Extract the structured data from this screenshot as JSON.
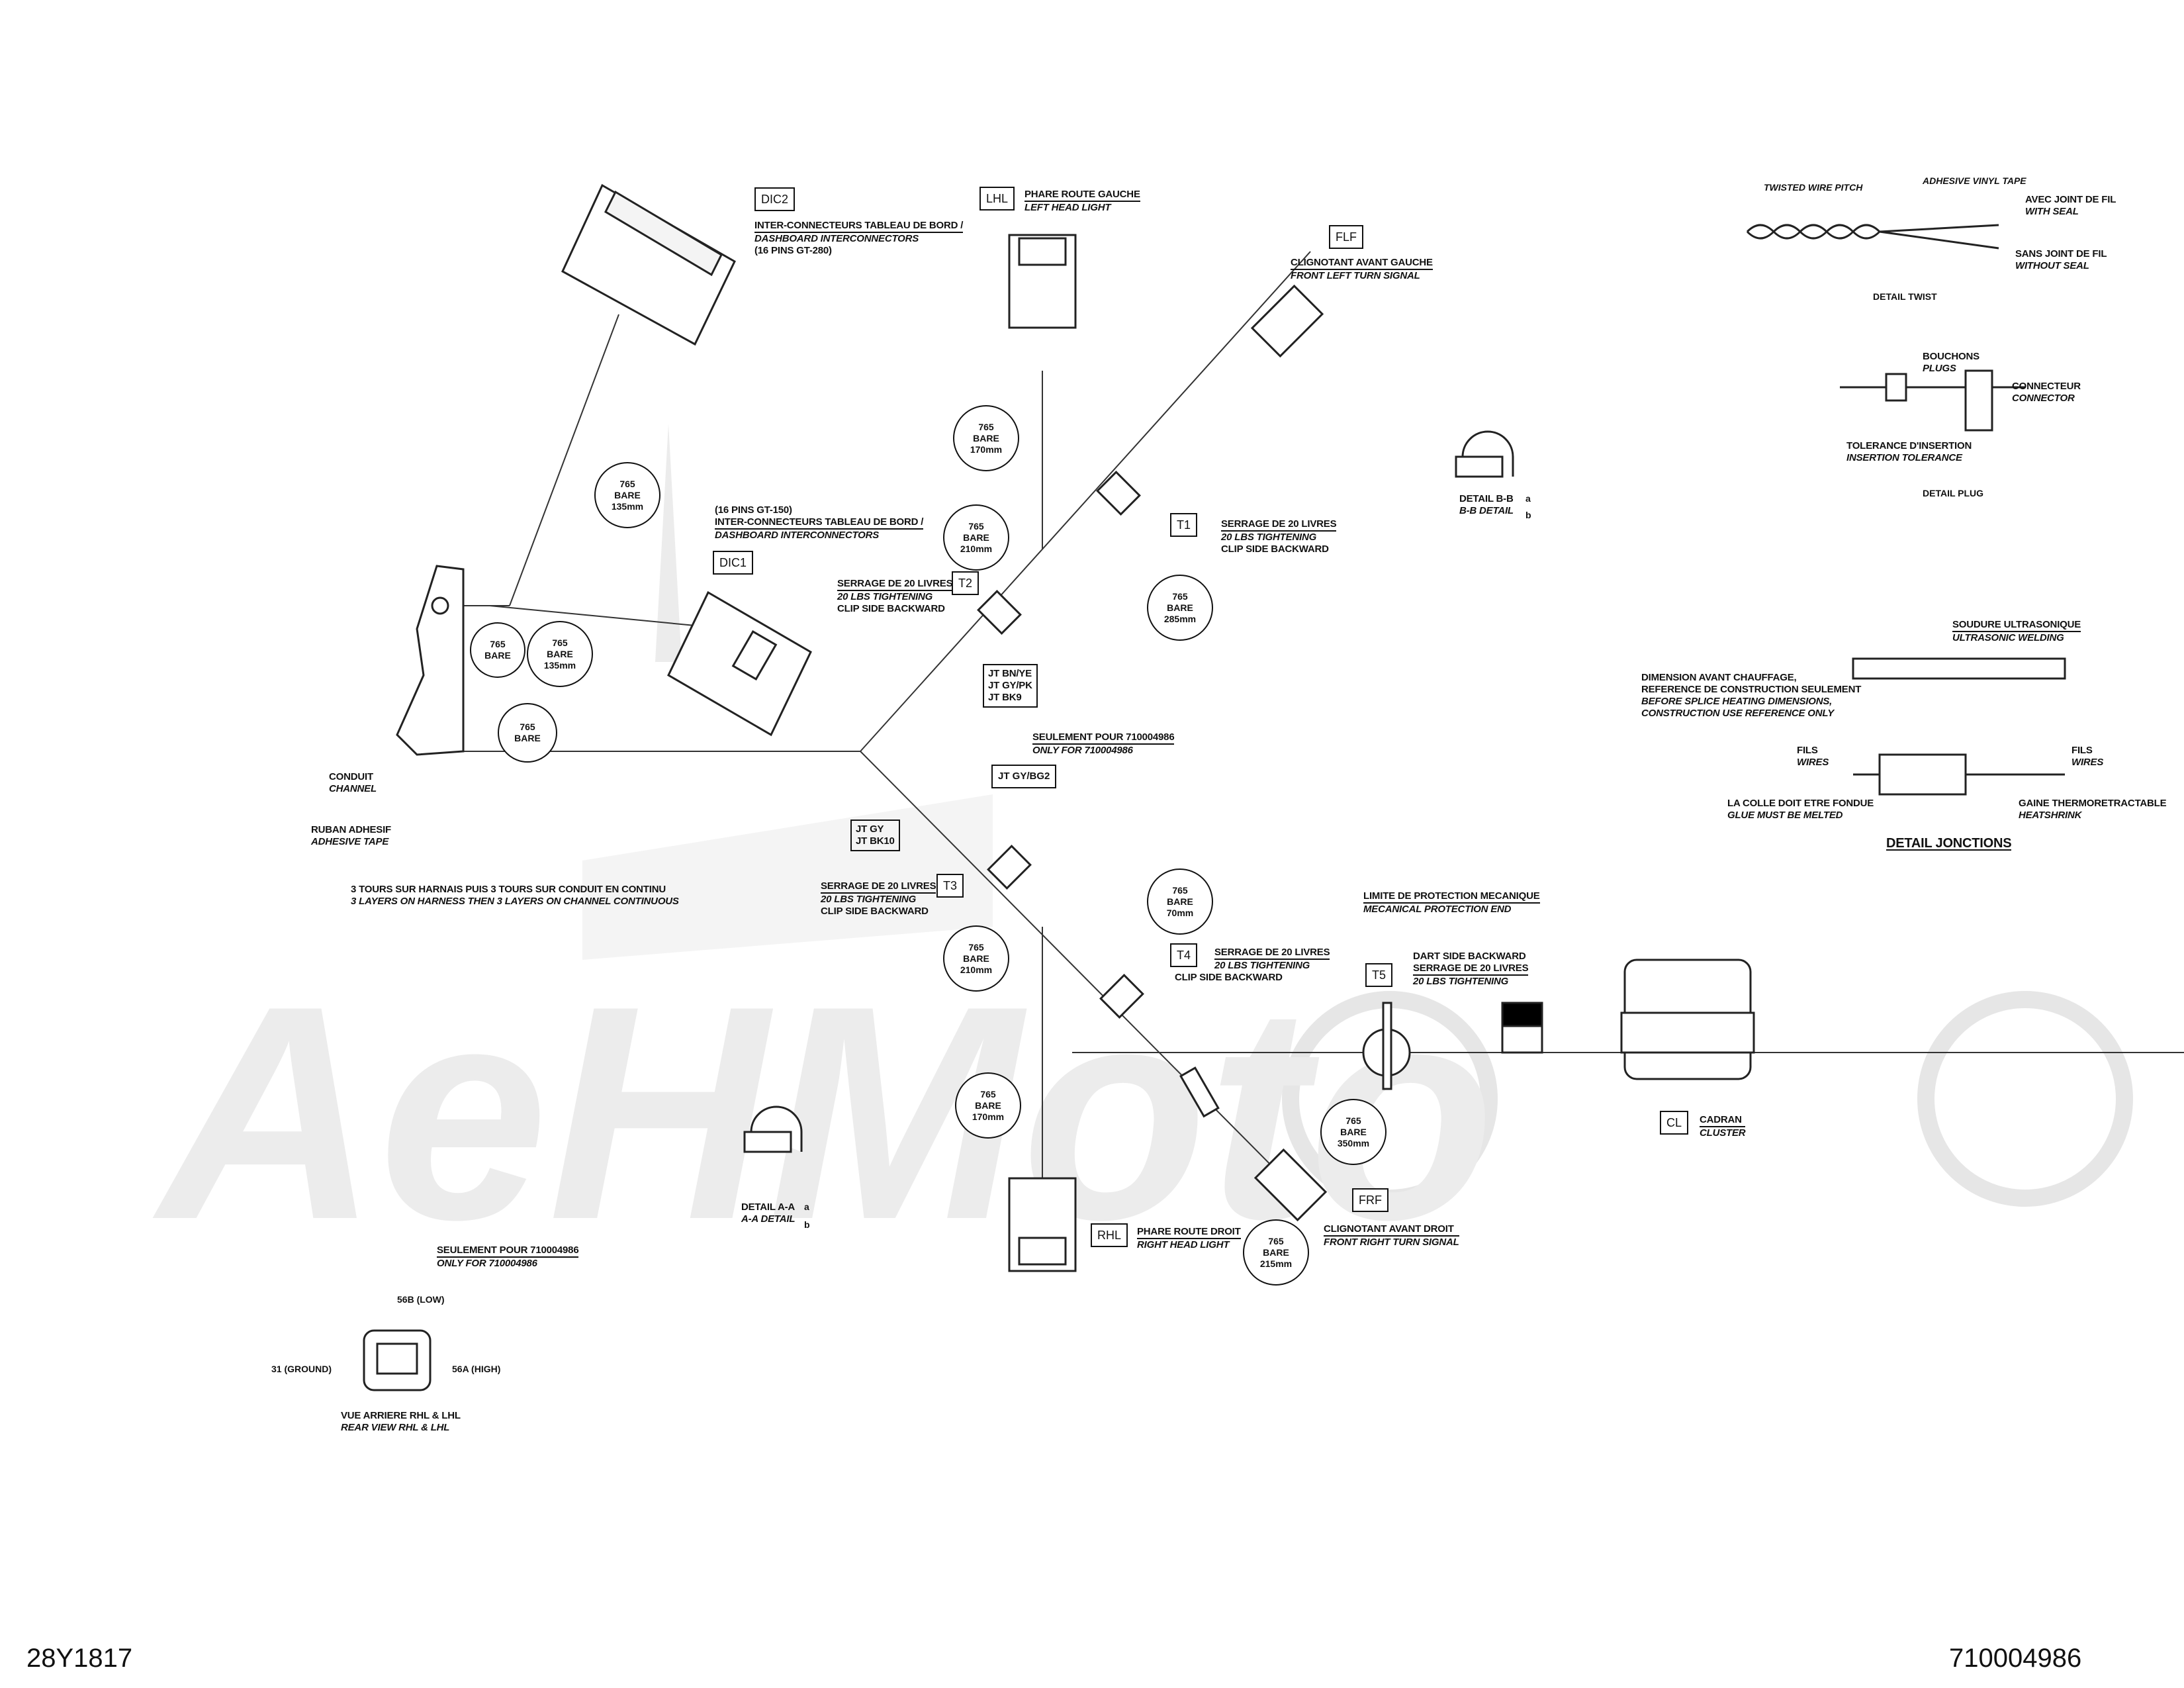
{
  "drawing": {
    "number_left": "28Y1817",
    "number_right": "710004986"
  },
  "watermark": {
    "text": "AeHMoto"
  },
  "tags": {
    "dic2": "DIC2",
    "dic1": "DIC1",
    "lhl": "LHL",
    "flf": "FLF",
    "t1": "T1",
    "t2": "T2",
    "t3": "T3",
    "t4": "T4",
    "t5": "T5",
    "rhl": "RHL",
    "frf": "FRF",
    "cl": "CL",
    "jt_gy_bg2": "JT GY/BG2"
  },
  "bubbles": {
    "b1": [
      "765",
      "BARE",
      "135mm"
    ],
    "b2": [
      "765",
      "BARE"
    ],
    "b3": [
      "765",
      "BARE",
      "135mm"
    ],
    "b4": [
      "765",
      "BARE"
    ],
    "b5": [
      "765",
      "BARE",
      "170mm"
    ],
    "b6": [
      "765",
      "BARE",
      "210mm"
    ],
    "b7": [
      "765",
      "BARE",
      "285mm"
    ],
    "b8": [
      "765",
      "BARE",
      "70mm"
    ],
    "b9": [
      "765",
      "BARE",
      "210mm"
    ],
    "b10": [
      "765",
      "BARE",
      "170mm"
    ],
    "b11": [
      "765",
      "BARE",
      "350mm"
    ],
    "b12": [
      "765",
      "BARE",
      "215mm"
    ]
  },
  "labels": {
    "dic2": {
      "fr": "INTER-CONNECTEURS TABLEAU DE BORD /",
      "en": "DASHBOARD INTERCONNECTORS",
      "extra": "(16 PINS GT-280)"
    },
    "dic1": {
      "extra": "(16 PINS GT-150)",
      "fr": "INTER-CONNECTEURS TABLEAU DE BORD /",
      "en": "DASHBOARD INTERCONNECTORS"
    },
    "lhl": {
      "fr": "PHARE ROUTE GAUCHE",
      "en": "LEFT HEAD LIGHT"
    },
    "flf": {
      "fr": "CLIGNOTANT AVANT GAUCHE",
      "en": "FRONT LEFT TURN SIGNAL"
    },
    "t1": {
      "fr": "SERRAGE DE 20 LIVRES",
      "en": "20 LBS TIGHTENING",
      "extra": "CLIP SIDE BACKWARD"
    },
    "t2": {
      "fr": "SERRAGE DE 20 LIVRES",
      "en": "20 LBS TIGHTENING",
      "extra": "CLIP SIDE BACKWARD"
    },
    "t3": {
      "fr": "SERRAGE DE 20 LIVRES",
      "en": "20 LBS TIGHTENING",
      "extra": "CLIP SIDE BACKWARD"
    },
    "t4": {
      "fr": "SERRAGE DE 20 LIVRES",
      "en": "20 LBS TIGHTENING",
      "extra": "CLIP SIDE BACKWARD"
    },
    "t5": {
      "top": "DART SIDE BACKWARD",
      "fr": "SERRAGE DE 20 LIVRES",
      "en": "20 LBS TIGHTENING"
    },
    "jt_bn": [
      "JT BN/YE",
      "JT GY/PK",
      "JT BK9"
    ],
    "jt_gy": [
      "JT GY",
      "JT BK10"
    ],
    "seul1": {
      "fr": "SEULEMENT POUR 710004986",
      "en": "ONLY FOR 710004986"
    },
    "seul2": {
      "fr": "SEULEMENT POUR 710004986",
      "en": "ONLY FOR 710004986"
    },
    "conduit": {
      "fr": "CONDUIT",
      "en": "CHANNEL"
    },
    "ruban": {
      "fr": "RUBAN ADHESIF",
      "en": "ADHESIVE TAPE"
    },
    "tours": {
      "fr": "3 TOURS SUR HARNAIS PUIS 3 TOURS SUR CONDUIT EN CONTINU",
      "en": "3 LAYERS ON HARNESS THEN 3 LAYERS ON CHANNEL CONTINUOUS"
    },
    "rhl": {
      "fr": "PHARE ROUTE DROIT",
      "en": "RIGHT HEAD LIGHT"
    },
    "frf": {
      "fr": "CLIGNOTANT AVANT DROIT",
      "en": "FRONT RIGHT TURN SIGNAL"
    },
    "cl": {
      "fr": "CADRAN",
      "en": "CLUSTER"
    },
    "limite": {
      "fr": "LIMITE DE PROTECTION MECANIQUE",
      "en": "MECANICAL PROTECTION END"
    },
    "detail_bb": {
      "fr": "DETAIL B-B",
      "en": "B-B DETAIL"
    },
    "detail_aa": {
      "fr": "DETAIL A-A",
      "en": "A-A DETAIL"
    },
    "rear": {
      "fr": "VUE ARRIERE RHL & LHL",
      "en": "REAR VIEW RHL & LHL",
      "p56b": "56B (LOW)",
      "p31": "31 (GROUND)",
      "p56a": "56A (HIGH)"
    },
    "twist": {
      "pitch": "TWISTED WIRE PITCH",
      "tape": "ADHESIVE VINYL TAPE",
      "with_fr": "AVEC JOINT DE FIL",
      "with_en": "WITH SEAL",
      "without_fr": "SANS JOINT DE FIL",
      "without_en": "WITHOUT SEAL",
      "title": "DETAIL TWIST"
    },
    "plug": {
      "plugs_fr": "BOUCHONS",
      "plugs_en": "PLUGS",
      "conn_fr": "CONNECTEUR",
      "conn_en": "CONNECTOR",
      "tol_fr": "TOLERANCE D'INSERTION",
      "tol_en": "INSERTION TOLERANCE",
      "title": "DETAIL PLUG"
    },
    "junction": {
      "ultra_fr": "SOUDURE ULTRASONIQUE",
      "ultra_en": "ULTRASONIC WELDING",
      "dim1": "DIMENSION AVANT CHAUFFAGE,",
      "dim2": "REFERENCE DE CONSTRUCTION SEULEMENT",
      "dim3": "BEFORE SPLICE HEATING DIMENSIONS,",
      "dim4": "CONSTRUCTION USE REFERENCE ONLY",
      "fils_fr": "FILS",
      "fils_en": "WIRES",
      "colle_fr": "LA COLLE DOIT ETRE FONDUE",
      "colle_en": "GLUE MUST BE MELTED",
      "gaine_fr": "GAINE THERMORETRACTABLE",
      "gaine_en": "HEATSHRINK",
      "title": "DETAIL JONCTIONS"
    },
    "small_a": "a",
    "small_b": "b"
  }
}
